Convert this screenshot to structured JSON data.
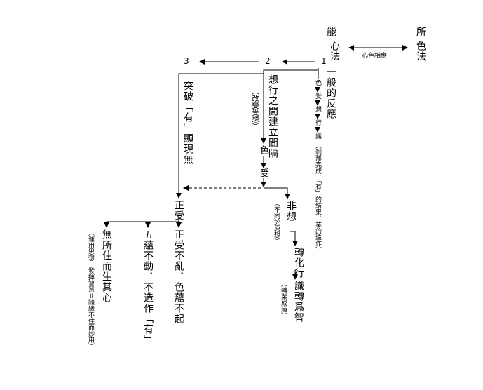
{
  "top": {
    "neng": "能",
    "xinfa": "心法",
    "suo": "所",
    "sefa": "色法",
    "relation": "心色相應"
  },
  "levels": {
    "n1": "1",
    "n2": "2",
    "n3": "3"
  },
  "col1": {
    "title": "一般的反應",
    "chain": [
      "色",
      "受",
      "想",
      "行",
      "識"
    ],
    "note": "（剎那完成．「有」的結果．業的造作）"
  },
  "col2": {
    "title": "想行之間建立間隔",
    "sub": "（改變受想）",
    "se": "色",
    "shou": "受",
    "feixiang": "非想",
    "feixiang_note": "（不同於原想）",
    "zhuanhuaxing": "轉化行",
    "zhishi": "識轉爲智",
    "zhishi_note": "（轉業成道）"
  },
  "col3": {
    "title": "突破「有」顯現無",
    "zhengshou": "正受",
    "branch_a": "正受不亂．色蘊不起",
    "branch_b": "五蘊不動．不造作「有」",
    "branch_c": "無所住而生其心",
    "branch_c_note": "（運用思想．發揮智慧＝隨緣不住而妙用）"
  }
}
